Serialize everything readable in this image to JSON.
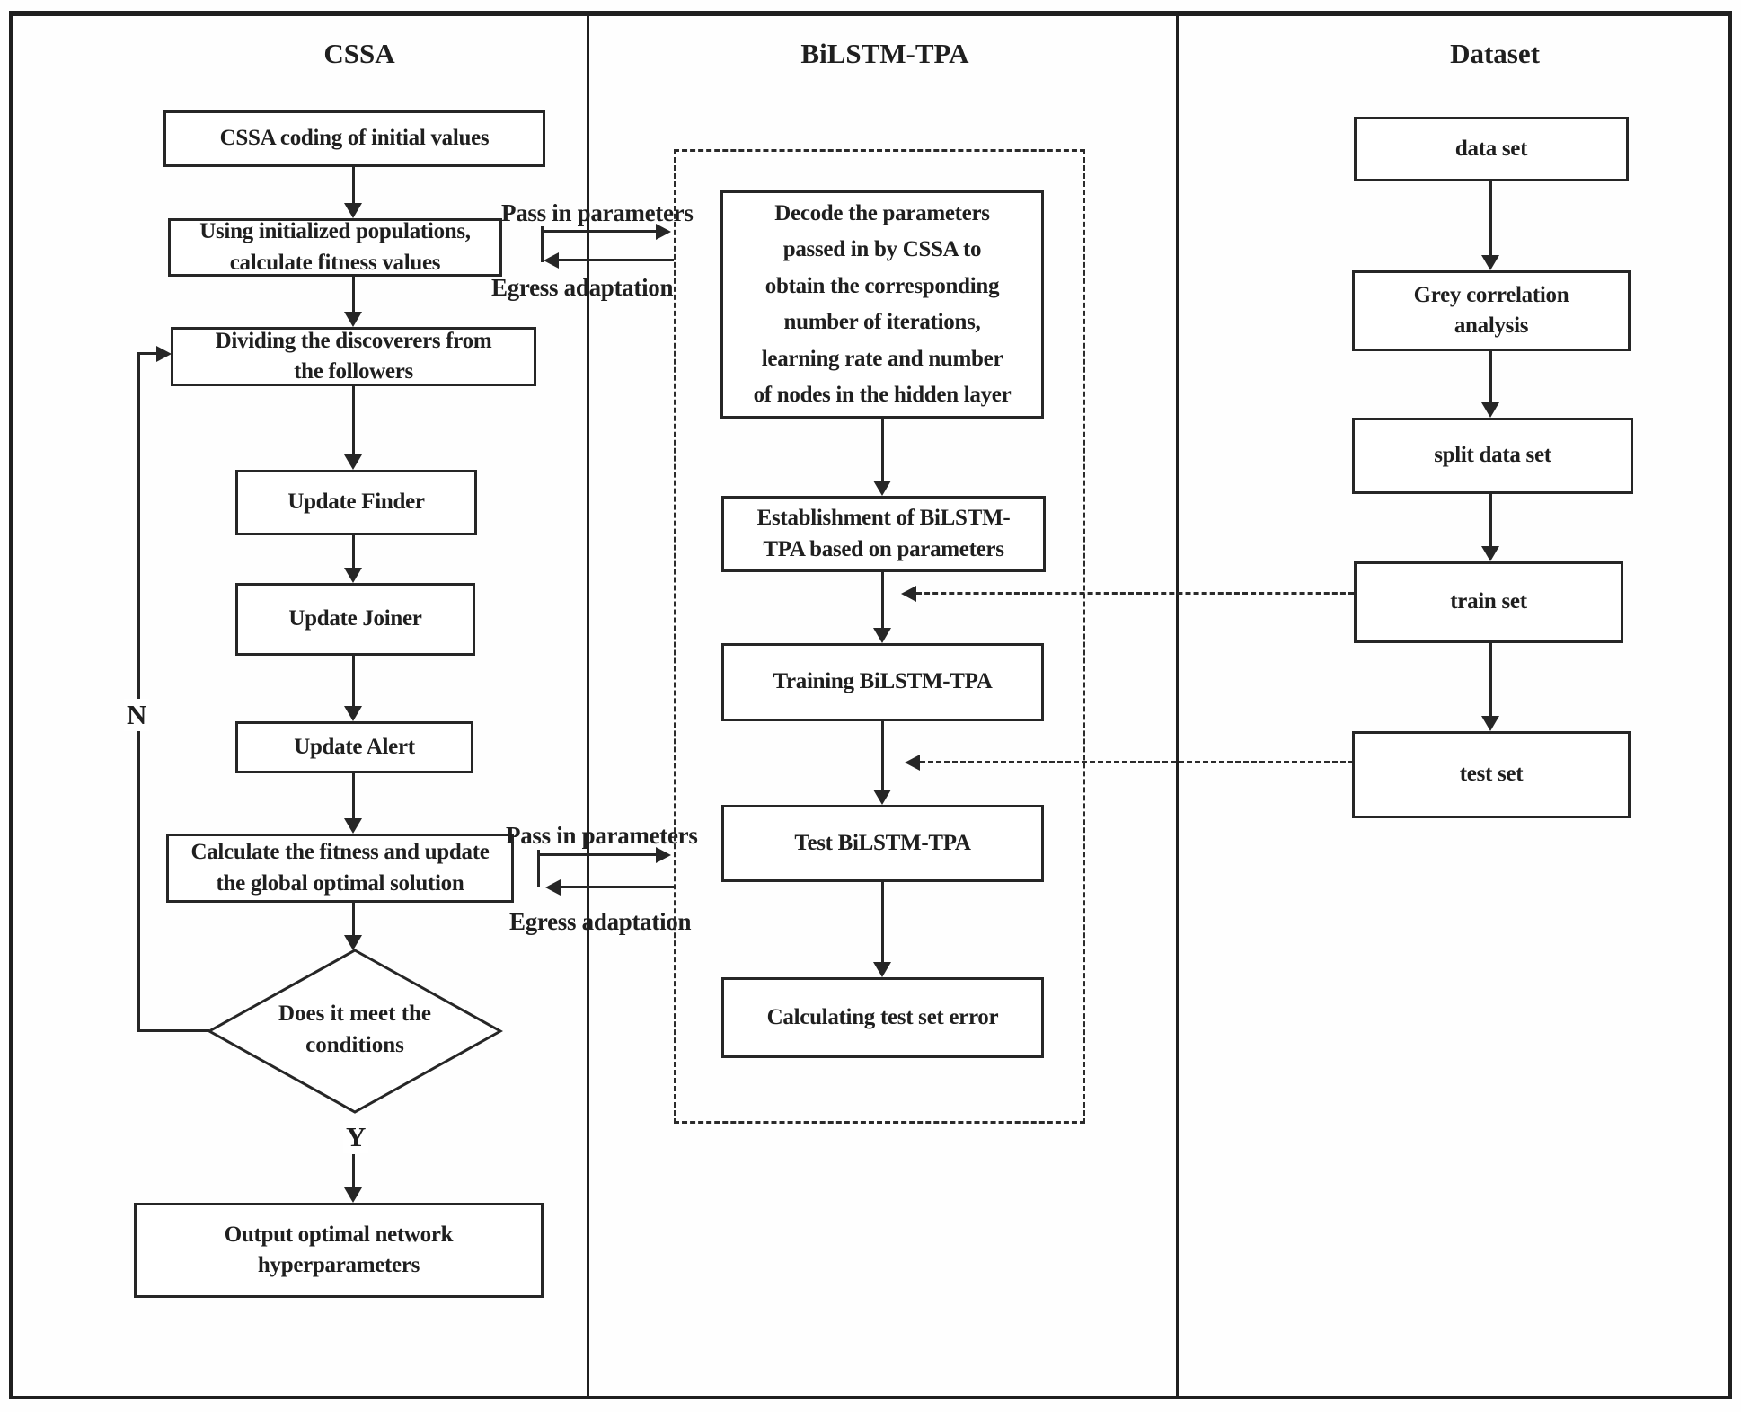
{
  "columns": {
    "cssa_title": "CSSA",
    "bilstm_title": "BiLSTM-TPA",
    "dataset_title": "Dataset"
  },
  "cssa_nodes": {
    "coding": "CSSA coding of initial values",
    "init_fitness": "Using initialized populations,\ncalculate fitness values",
    "dividing": "Dividing the discoverers from\nthe followers",
    "update_finder": "Update Finder",
    "update_joiner": "Update Joiner",
    "update_alert": "Update Alert",
    "calc_fitness": "Calculate the fitness and update\nthe global optimal solution",
    "decision": "Does it meet the\nconditions",
    "output": "Output optimal network\nhyperparameters"
  },
  "bilstm_nodes": {
    "decode": "Decode the parameters\npassed in by CSSA to\nobtain the corresponding\nnumber of iterations,\nlearning rate and number\nof nodes in the hidden layer",
    "establish": "Establishment of BiLSTM-\nTPA based on parameters",
    "training": "Training BiLSTM-TPA",
    "test": "Test BiLSTM-TPA",
    "calc_error": "Calculating test set error"
  },
  "dataset_nodes": {
    "data_set": "data set",
    "grey": "Grey correlation\nanalysis",
    "split": "split data set",
    "train": "train set",
    "test": "test set"
  },
  "edge_labels": {
    "pass_in_top": "Pass in parameters",
    "egress_top": "Egress adaptation",
    "pass_in_bottom": "Pass in parameters",
    "egress_bottom": "Egress adaptation",
    "no": "N",
    "yes": "Y"
  }
}
